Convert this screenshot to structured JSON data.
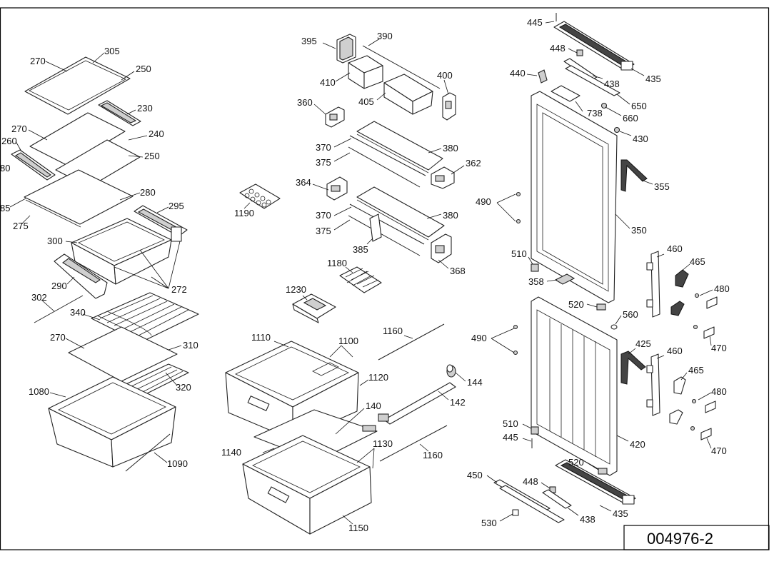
{
  "diagram_code": "004976-2",
  "labels": {
    "l270a": "270",
    "l305": "305",
    "l250a": "250",
    "l230": "230",
    "l270b": "270",
    "l240": "240",
    "l260": "260",
    "l250b": "250",
    "l80": "80",
    "l280": "280",
    "l85": "85",
    "l295": "295",
    "l275": "275",
    "l300": "300",
    "l290": "290",
    "l272": "272",
    "l302": "302",
    "l340": "340",
    "l270c": "270",
    "l310": "310",
    "l1080": "1080",
    "l320": "320",
    "l1090": "1090",
    "l395": "395",
    "l390": "390",
    "l410": "410",
    "l400": "400",
    "l405": "405",
    "l360": "360",
    "l370a": "370",
    "l380a": "380",
    "l375a": "375",
    "l362": "362",
    "l364": "364",
    "l1190": "1190",
    "l370b": "370",
    "l380b": "380",
    "l375b": "375",
    "l385": "385",
    "l368": "368",
    "l1180": "1180",
    "l1230": "1230",
    "l1110": "1110",
    "l1100": "1100",
    "l1160a": "1160",
    "l1120": "1120",
    "l144": "144",
    "l140": "140",
    "l142": "142",
    "l1140": "1140",
    "l1130": "1130",
    "l1160b": "1160",
    "l1150": "1150",
    "l445a": "445",
    "l448a": "448",
    "l440": "440",
    "l438a": "438",
    "l435a": "435",
    "l650": "650",
    "l738": "738",
    "l660": "660",
    "l430": "430",
    "l355": "355",
    "l490a": "490",
    "l350": "350",
    "l510a": "510",
    "l460a": "460",
    "l465a": "465",
    "l358": "358",
    "l480a": "480",
    "l520a": "520",
    "l560": "560",
    "l470a": "470",
    "l490b": "490",
    "l425": "425",
    "l460b": "460",
    "l465b": "465",
    "l480b": "480",
    "l510b": "510",
    "l445b": "445",
    "l420": "420",
    "l470b": "470",
    "l520b": "520",
    "l450": "450",
    "l448b": "448",
    "l435b": "435",
    "l530": "530",
    "l438b": "438"
  }
}
